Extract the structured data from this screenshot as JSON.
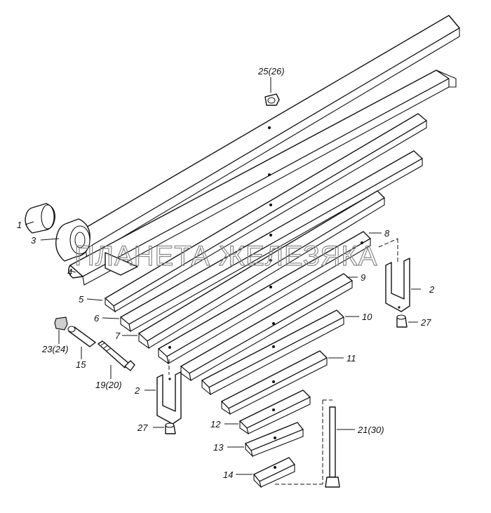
{
  "watermark": "ПЛАНЕТА ЖЕЛЕЗЯКА",
  "labels": {
    "p1": "1",
    "p2a": "2",
    "p2b": "2",
    "p3": "3",
    "p4": "4",
    "p5": "5",
    "p6": "6",
    "p7": "7",
    "p8": "8",
    "p9": "9",
    "p10": "10",
    "p11": "11",
    "p12": "12",
    "p13": "13",
    "p14": "14",
    "p15": "15",
    "p19": "19(20)",
    "p21": "21(30)",
    "p23": "23(24)",
    "p25": "25(26)",
    "p27a": "27",
    "p27b": "27"
  }
}
